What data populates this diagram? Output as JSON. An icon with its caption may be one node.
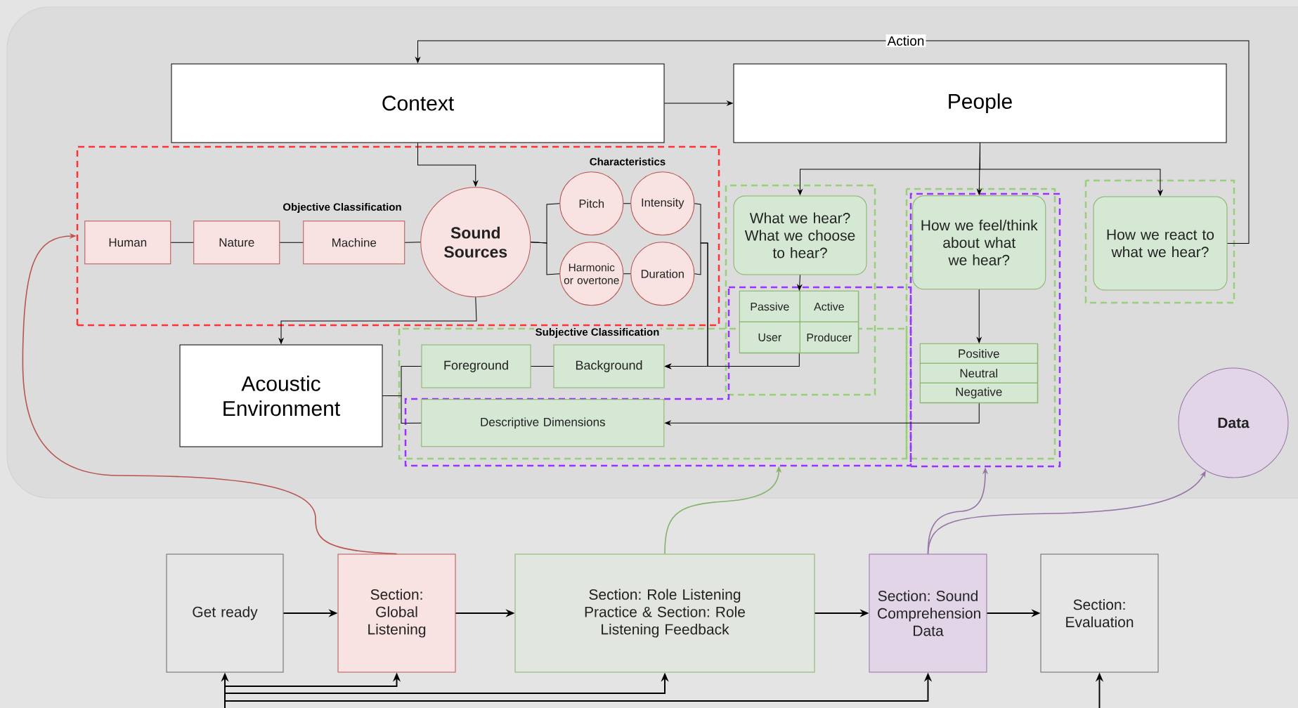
{
  "diagram": {
    "nodes": [
      {
        "text": [
          "Context"
        ]
      },
      {
        "text": [
          "People"
        ]
      },
      {
        "text": [],
        "shape": "box"
      },
      {
        "text": [
          "Human"
        ],
        "in": 2
      },
      {
        "text": [
          "Nature"
        ],
        "in": 2
      },
      {
        "text": [
          "Machine"
        ],
        "in": 2
      },
      {
        "text": [
          "Sound Sources"
        ],
        "in": 2
      },
      {
        "text": [
          "Pitch"
        ],
        "in": 2
      },
      {
        "text": [
          "Intensity"
        ],
        "in": 2
      },
      {
        "text": [
          "Harmonic or overtone"
        ],
        "in": 2
      },
      {
        "text": [
          "Duration"
        ],
        "in": 2
      },
      {
        "text": [
          "Acoustic Environment"
        ]
      },
      {
        "text": [
          "Foreground"
        ]
      },
      {
        "text": [
          "Background"
        ]
      },
      {
        "text": [
          "Descriptive Dimensions"
        ],
        "in": 33
      },
      {
        "text": [
          "What we hear? What we choose to hear?"
        ]
      },
      {
        "text": [],
        "shape": "box",
        "in": 33
      },
      {
        "text": [
          "Passive"
        ],
        "in": 16
      },
      {
        "text": [
          "Active"
        ],
        "in": 16
      },
      {
        "text": [
          "User"
        ],
        "in": 16
      },
      {
        "text": [
          "Producer"
        ],
        "in": 16
      },
      {
        "text": [
          "How we feel/think about what we hear?"
        ],
        "in": 34
      },
      {
        "text": [],
        "shape": "box",
        "in": 34
      },
      {
        "text": [
          "Positive"
        ],
        "in": 22
      },
      {
        "text": [
          "Neutral"
        ],
        "in": 22
      },
      {
        "text": [
          "Negative"
        ],
        "in": 22
      },
      {
        "text": [
          "How we react to what we hear?"
        ]
      },
      {
        "text": [
          "Data"
        ]
      },
      {
        "text": [
          "Get ready"
        ]
      },
      {
        "text": [
          "Section: Global Listening"
        ]
      },
      {
        "text": [
          "Section: Role Listening Practice & Section: Role Listening Feedback"
        ]
      },
      {
        "text": [
          "Section: Sound Comprehension Data"
        ]
      },
      {
        "text": [
          "Section: Evaluation"
        ]
      },
      {
        "text": [],
        "shape": "box"
      },
      {
        "text": [],
        "shape": "box"
      }
    ],
    "edges": [
      {
        "from": 0,
        "to": 1,
        "arrow": "to"
      },
      {
        "from": 0,
        "to": 6,
        "arrow": "to"
      },
      {
        "from": 3,
        "to": 4,
        "arrow": "none"
      },
      {
        "from": 4,
        "to": 5,
        "arrow": "none"
      },
      {
        "from": 5,
        "to": 6,
        "arrow": "none"
      },
      {
        "from": 6,
        "to": 7,
        "arrow": "none"
      },
      {
        "from": 6,
        "to": 9,
        "arrow": "none"
      },
      {
        "from": 7,
        "to": 8,
        "arrow": "none"
      },
      {
        "from": 9,
        "to": 10,
        "arrow": "none"
      },
      {
        "from": 8,
        "to": 13,
        "arrow": "to"
      },
      {
        "from": 10,
        "to": 13,
        "arrow": "to"
      },
      {
        "from": 6,
        "to": 11,
        "arrow": "to"
      },
      {
        "from": 11,
        "to": 12,
        "arrow": "none"
      },
      {
        "from": 11,
        "to": 14,
        "arrow": "none"
      },
      {
        "from": 12,
        "to": 13,
        "arrow": "none"
      },
      {
        "from": 1,
        "to": 15,
        "arrow": "to"
      },
      {
        "from": 1,
        "to": 21,
        "arrow": "to"
      },
      {
        "from": 1,
        "to": 26,
        "arrow": "to"
      },
      {
        "from": 15,
        "to": 16,
        "arrow": "to"
      },
      {
        "from": 16,
        "to": 13,
        "arrow": "to"
      },
      {
        "from": 21,
        "to": 22,
        "arrow": "to"
      },
      {
        "from": 22,
        "to": 14,
        "arrow": "to"
      },
      {
        "from": 26,
        "to": 0,
        "arrow": "to",
        "label": "Action"
      },
      {
        "from": 28,
        "to": 29,
        "arrow": "to"
      },
      {
        "from": 29,
        "to": 30,
        "arrow": "to"
      },
      {
        "from": 30,
        "to": 31,
        "arrow": "to"
      },
      {
        "from": 31,
        "to": 32,
        "arrow": "to"
      },
      {
        "from": null,
        "to": 28,
        "arrow": "to"
      },
      {
        "from": null,
        "to": 29,
        "arrow": "to"
      },
      {
        "from": null,
        "to": 30,
        "arrow": "to"
      },
      {
        "from": null,
        "to": 31,
        "arrow": "to"
      },
      {
        "from": null,
        "to": 32,
        "arrow": "to"
      },
      {
        "from": 29,
        "to": 2,
        "arrow": "to",
        "color": "#b85450"
      },
      {
        "from": 30,
        "to": 33,
        "arrow": "to",
        "color": "#82b366"
      },
      {
        "from": 31,
        "to": 34,
        "arrow": "to",
        "color": "#9673a6"
      },
      {
        "from": 31,
        "to": 27,
        "arrow": "to",
        "color": "#9673a6"
      }
    ],
    "labels": [
      "Characteristics",
      "Objective Classification",
      "Subjective Classification"
    ]
  }
}
